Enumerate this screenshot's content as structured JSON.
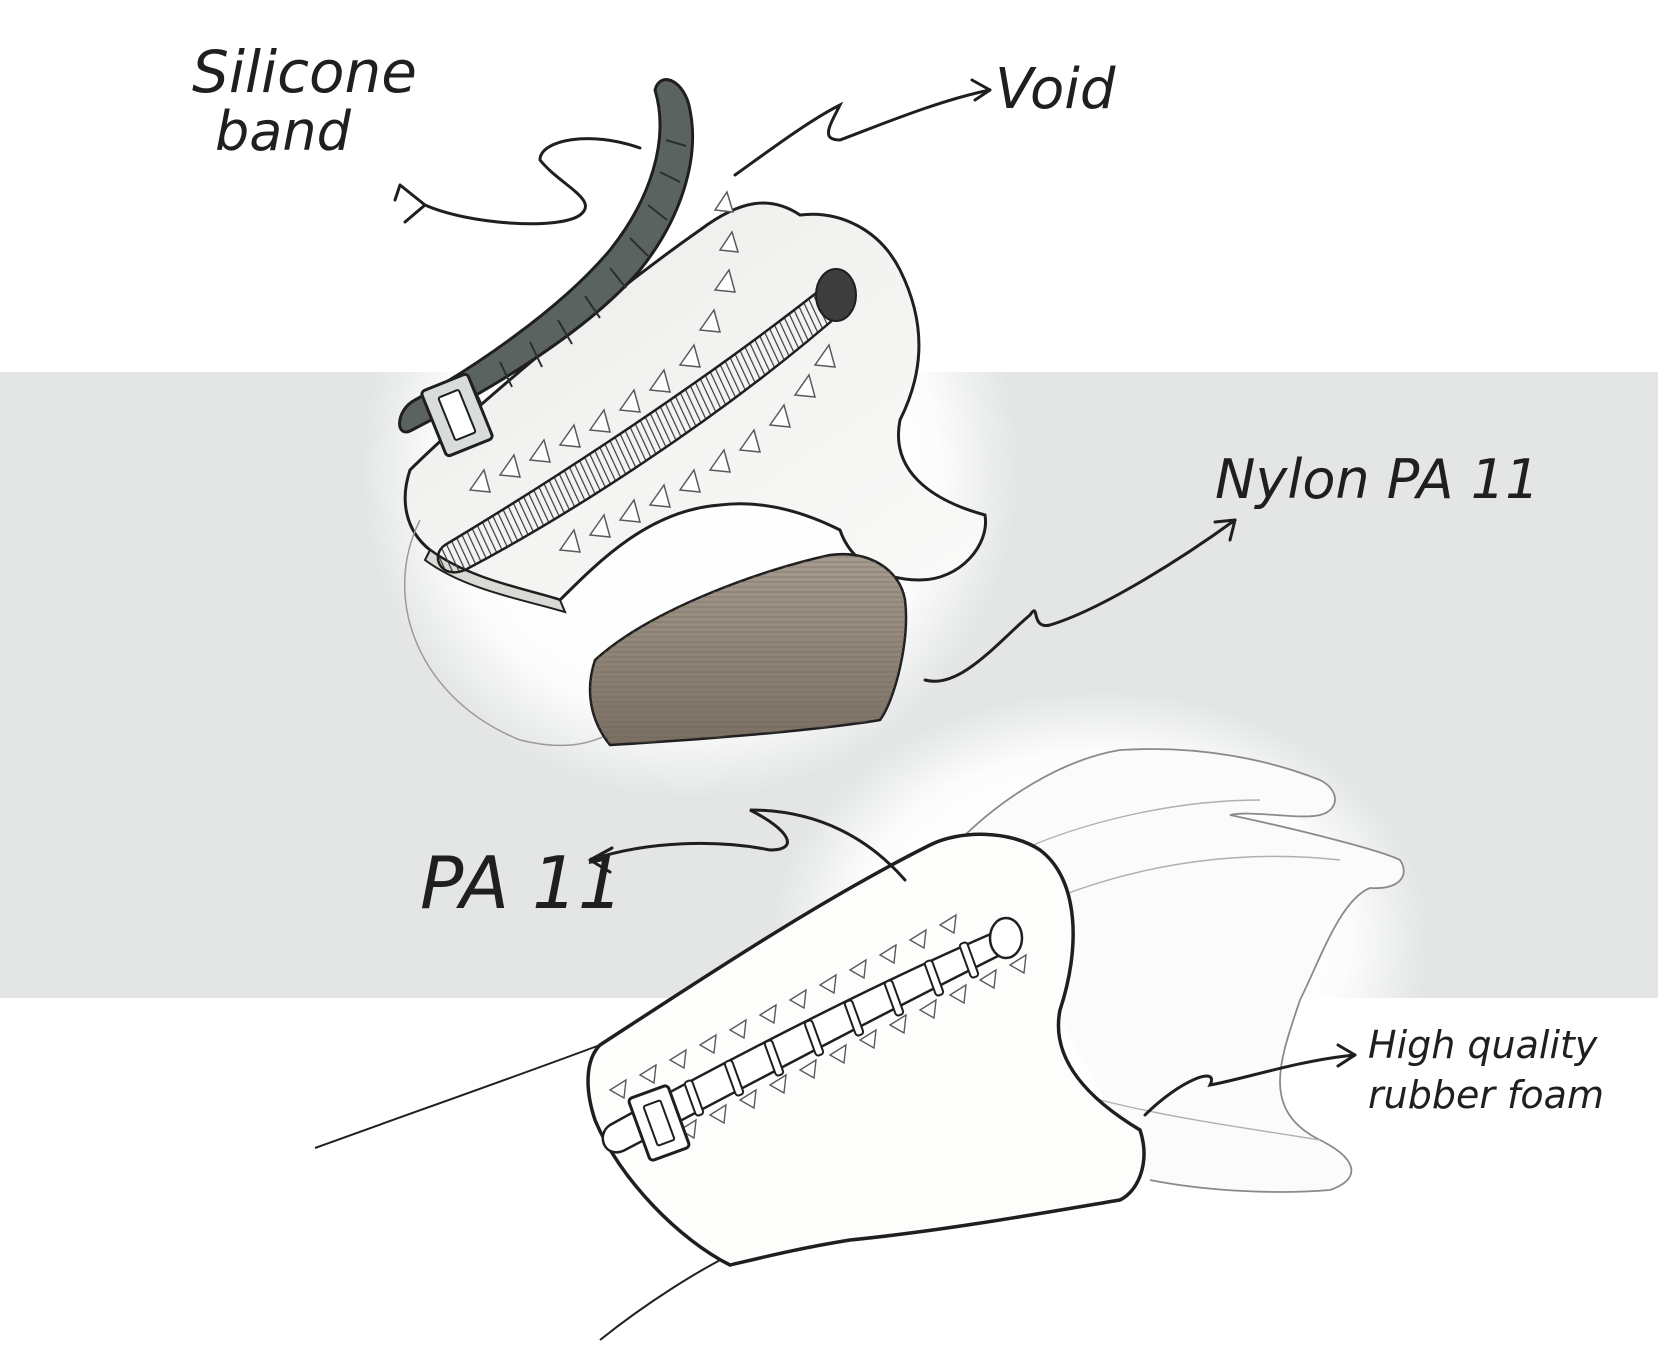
{
  "labels": {
    "silicone_line1": "Silicone",
    "silicone_line2": "band",
    "void": "Void",
    "nylon": "Nylon PA 11",
    "pa11": "PA 11",
    "foam_line1": "High quality",
    "foam_line2": "rubber foam"
  },
  "colors": {
    "background": "#ffffff",
    "band_stripe": "#e3e6e5",
    "silicone": "#5a6360",
    "nylon_pad": "#8e8375",
    "ink": "#1f1f1f",
    "shell": "#f1f1ef"
  }
}
